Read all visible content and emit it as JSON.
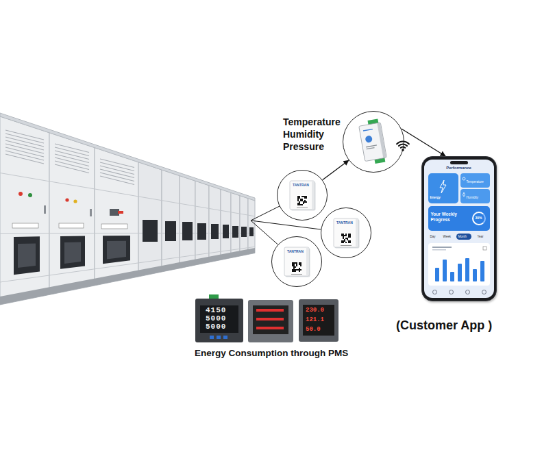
{
  "diagram": {
    "nodes": [
      {
        "text": [
          "Temperature Humidity Pressure"
        ]
      },
      {
        "text": [
          "TANTRAN"
        ]
      },
      {
        "text": [
          "TANTRAN"
        ]
      },
      {
        "text": [
          "TANTRAN"
        ]
      },
      {
        "text": [
          "Performance",
          "Energy",
          "Temperature",
          "Humidity",
          "Your Weekly Progress",
          "30%",
          "Day",
          "Week",
          "Month",
          "Year"
        ]
      }
    ],
    "edges": [
      {
        "from": 1,
        "to": 0,
        "arrow": "to"
      },
      {
        "from": 0,
        "to": 4,
        "arrow": "to"
      }
    ],
    "labels": [
      "Energy Consumption through PMS",
      "(Customer App )",
      "4150",
      "5000",
      "5000",
      "230.0",
      "121.1",
      "50.0"
    ]
  }
}
